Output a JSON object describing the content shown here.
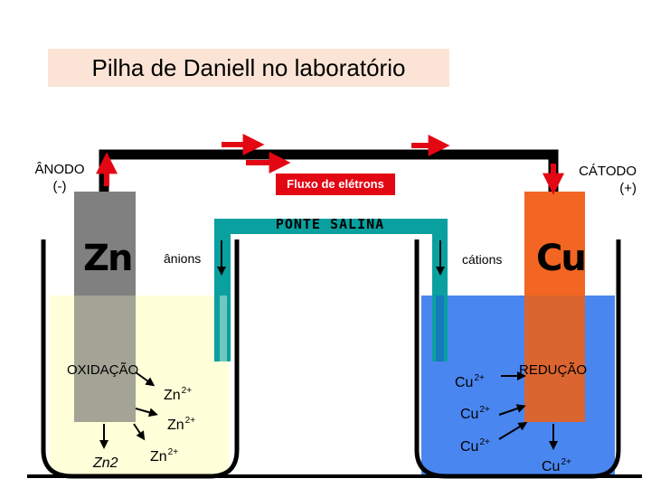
{
  "title": "Pilha de Daniell no laboratório",
  "anode": {
    "line1": "ÂNODO",
    "line2": "(-)"
  },
  "cathode": {
    "line1": "CÁTODO",
    "line2": "(+)"
  },
  "electron_flow": "Fluxo de elétrons",
  "salt_bridge": "PONTE SALINA",
  "anions": "ânions",
  "cations": "cátions",
  "zn_electrode": "Zn",
  "cu_electrode": "Cu",
  "oxidation": "OXIDAÇÃO",
  "reduction": "REDUÇÃO",
  "zn_ion": {
    "symbol": "Zn",
    "charge": "2+"
  },
  "zn_bottom": {
    "symbol": "Zn",
    "sub": "2"
  },
  "cu_ion": {
    "symbol": "Cu",
    "charge": "2+"
  },
  "colors": {
    "zn_solution": "#ffffd9",
    "cu_solution": "#4a86f0",
    "zn_electrode": "#808080",
    "cu_electrode": "#f26522",
    "salt_bridge": "#0aa0a0",
    "arrow_red": "#e30613",
    "title_bg": "#fbe4d5"
  }
}
